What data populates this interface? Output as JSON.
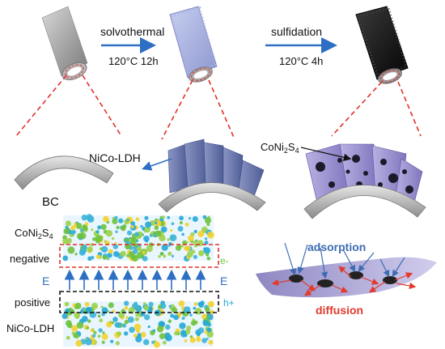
{
  "step1": {
    "label": "solvothermal",
    "condition": "120°C  12h"
  },
  "step2": {
    "label": "sulfidation",
    "condition": "120°C  4h"
  },
  "labels": {
    "bc": "BC",
    "nico_ldh_top": "NiCo-LDH",
    "coni2s4_top_main": "CoNi",
    "coni2s4_top_sub": "2",
    "coni2s4_top_tail": "S",
    "coni2s4_top_sub2": "4",
    "coni2s4_left_main": "CoNi",
    "coni2s4_left_sub": "2",
    "coni2s4_left_tail": "S",
    "coni2s4_left_sub2": "4",
    "negative": "negative",
    "positive": "positive",
    "nico_ldh_bottom": "NiCo-LDH",
    "e_left": "E",
    "e_right": "E",
    "electron": "e-",
    "hole": "h+",
    "adsorption": "adsorption",
    "diffusion": "diffusion"
  },
  "colors": {
    "arrow_blue": "#2e6fc4",
    "dash_red": "#e0302a",
    "hole_cyan": "#25a9d6",
    "electron_green": "#6ec23c",
    "adsorption_blue": "#3d6cb3",
    "diffusion_red": "#e23b2e",
    "ldh_sheet": "#5d6fa5",
    "s4_sheet": "#9088c4"
  }
}
